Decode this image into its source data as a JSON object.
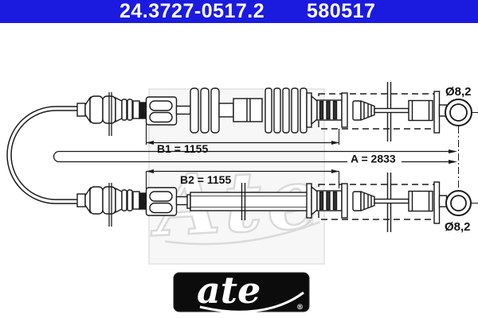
{
  "header": {
    "part_number": "24.3727-0517.2",
    "reference_number": "580517",
    "background": "#1b1be0",
    "text_color": "#ffffff"
  },
  "dimensions": {
    "b1": "B1 = 1155",
    "a": "A = 2833",
    "b2": "B2 = 1155"
  },
  "callouts": {
    "top_eyelet_diameter": "Ø8,2",
    "bottom_eyelet_diameter": "Ø8,2"
  },
  "watermark": {
    "text": "Ate",
    "registered": "®",
    "color": "#dadada"
  },
  "logo": {
    "text": "ate",
    "registered": "®",
    "background": "#0c0c0c"
  },
  "drawing": {
    "line_color": "#1a1a1a",
    "subject": "parking brake cable with twin eyelet ends"
  }
}
